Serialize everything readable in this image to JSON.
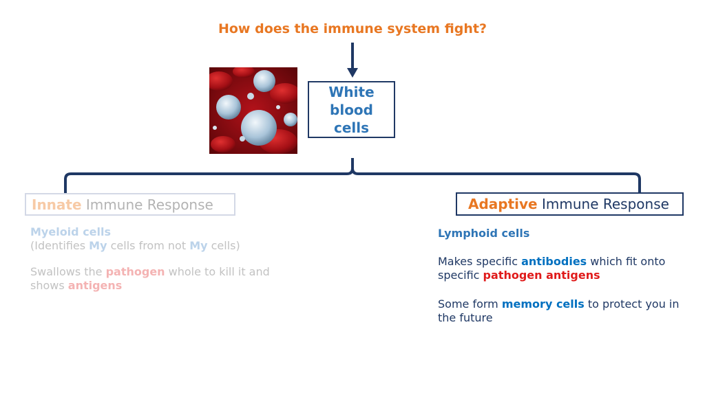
{
  "title": "How does the immune system fight?",
  "image": {
    "icon": "blood-cells-photo"
  },
  "wbc": {
    "line1": "White",
    "line2": "blood",
    "line3": "cells"
  },
  "innate": {
    "header_accent": "Innate",
    "header_rest": " Immune Response",
    "cell_type": "Myeloid cells",
    "p1": {
      "a": "(Identifies ",
      "b": "My",
      "c": " cells from not ",
      "d": "My",
      "e": " cells)"
    },
    "p2": {
      "a": "Swallows the ",
      "b": "pathogen",
      "c": " whole to kill it and",
      "d": "shows ",
      "e": "antigens"
    }
  },
  "adaptive": {
    "header_accent": "Adaptive",
    "header_rest": " Immune Response",
    "cell_type": "Lymphoid cells",
    "p1": {
      "a": "Makes specific ",
      "b": "antibodies",
      "c": " which fit onto",
      "d": "specific ",
      "e": "pathogen antigens"
    },
    "p2": {
      "a": "Some form ",
      "b": "memory cells",
      "c": " to protect you in",
      "d": "the future"
    }
  },
  "colors": {
    "title": "#e87722",
    "navy": "#1f3864",
    "blue": "#2e75b6",
    "red": "#e01b1b"
  }
}
